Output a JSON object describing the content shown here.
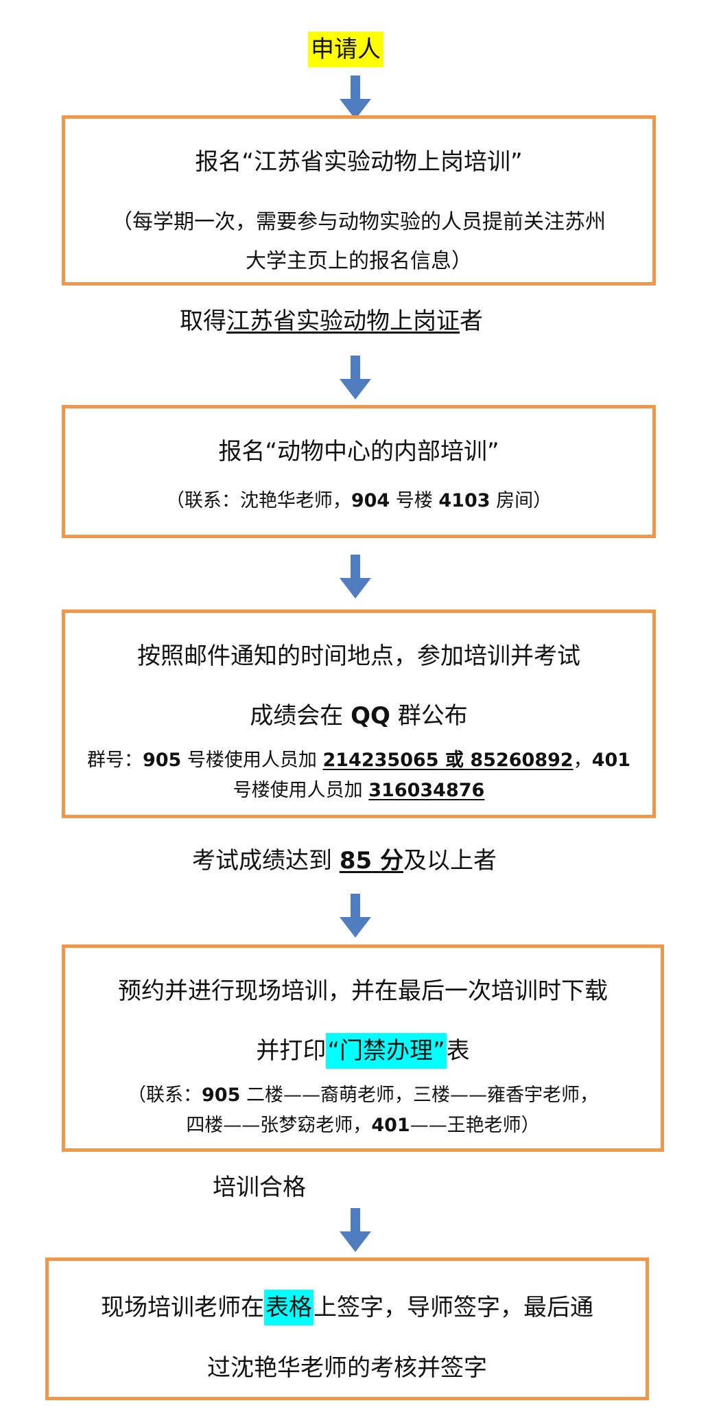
{
  "colors": {
    "box_border": "#f0974a",
    "arrow": "#4f7dc0",
    "highlight_yellow": "#ffff00",
    "highlight_cyan": "#00ffff"
  },
  "start": "申请人",
  "step1": {
    "title": "报名“江苏省实验动物上岗培训”",
    "note_line1": "（每学期一次，需要参与动物实验的人员提前关注苏州",
    "note_line2": "大学主页上的报名信息）"
  },
  "cond1": {
    "prefix": "取得",
    "underlined": "江苏省实验动物上岗证",
    "suffix": "者"
  },
  "step2": {
    "title": "报名“动物中心的内部培训”",
    "contact_a": "（联系：沈艳华老师，",
    "building": "904",
    "contact_b": " 号楼 ",
    "room": "4103",
    "contact_c": " 房间）"
  },
  "step3": {
    "line1": "按照邮件通知的时间地点，参加培训并考试",
    "line2_a": "成绩会在 ",
    "line2_qq": "QQ",
    "line2_b": " 群公布",
    "group_label": "群号：",
    "building_a": "905",
    "text_a": " 号楼使用人员加 ",
    "group_a": "214235065",
    "or": " 或 ",
    "group_b": "85260892",
    "comma": "，",
    "building_b": "401",
    "text_b": "号楼使用人员加 ",
    "group_c": "316034876"
  },
  "cond2": {
    "prefix": "考试成绩达到 ",
    "score": "85",
    "unit": " 分",
    "suffix": "及以上者"
  },
  "step4": {
    "line1": "预约并进行现场培训，并在最后一次培训时下载",
    "line2_a": "并打印",
    "line2_hl": "“门禁办理”",
    "line2_b": "表",
    "contact1_a": "（联系：",
    "contact1_bld": "905",
    "contact1_b": " 二楼——裔萌老师，三楼——雍香宇老师，",
    "contact2_a": "四楼——张梦窈老师，",
    "contact2_bld": "401",
    "contact2_b": "——王艳老师）"
  },
  "cond3": "培训合格",
  "step5": {
    "line1_a": "现场培训老师在",
    "line1_hl": "表格",
    "line1_b": "上签字，导师签字，最后通",
    "line2": "过沈艳华老师的考核并签字"
  }
}
